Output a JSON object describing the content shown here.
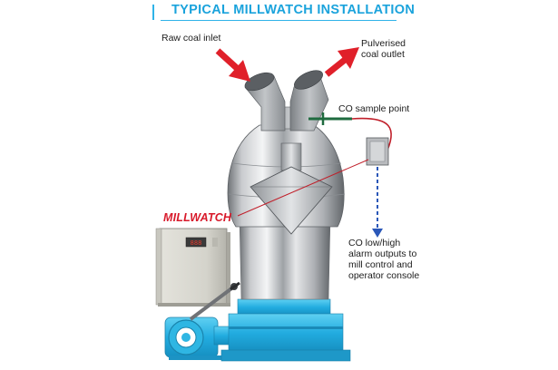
{
  "title": "TYPICAL MILLWATCH INSTALLATION",
  "labels": {
    "raw_coal_inlet": "Raw coal inlet",
    "pulverised_coal_outlet": "Pulverised\ncoal outlet",
    "co_sample_point": "CO sample point",
    "millwatch": "MILLWATCH",
    "co_alarm_outputs": "CO low/high\nalarm outputs to\nmill control and\noperator console"
  },
  "display": {
    "readout": "888"
  },
  "colors": {
    "title": "#1aa3dc",
    "arrow_red": "#e0202a",
    "signal_blue": "#2a57b8",
    "pipe_red": "#c01f2a",
    "mill_base": "#27b6e3",
    "mill_grey": "#a9acb0",
    "sample_probe": "#1f6b3f"
  },
  "icons": {
    "inlet_arrow": "arrow-down-right-icon",
    "outlet_arrow": "arrow-up-right-icon",
    "alarm_arrow": "dashed-arrow-down-icon"
  }
}
